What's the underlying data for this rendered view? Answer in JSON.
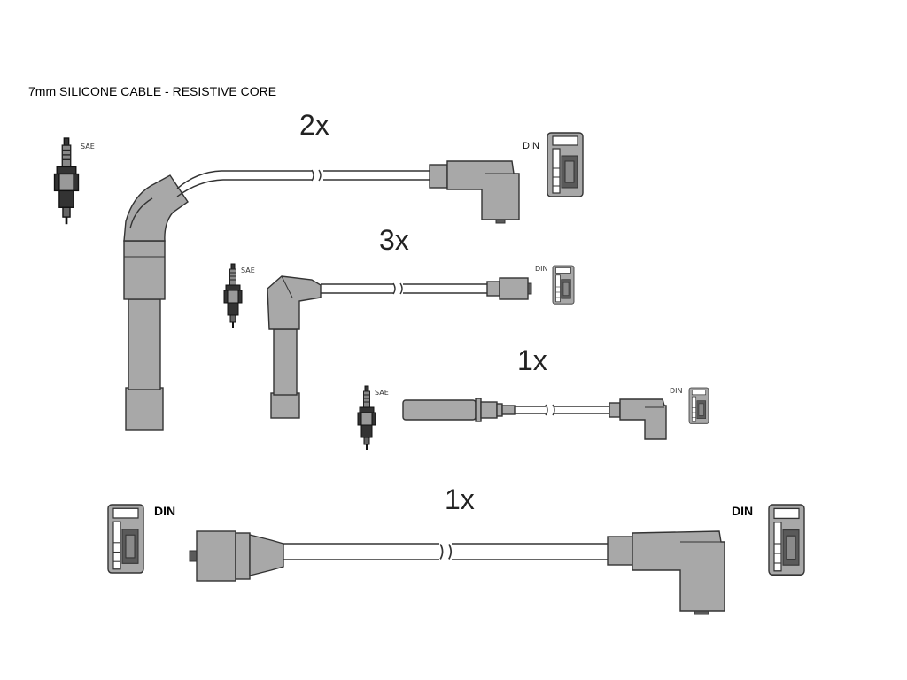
{
  "caption": "7mm SILICONE CABLE - RESISTIVE CORE",
  "leads": [
    {
      "quantity": "2x",
      "spark_plug_label": "SAE",
      "coil_label": "DIN"
    },
    {
      "quantity": "3x",
      "spark_plug_label": "SAE",
      "coil_label": "DIN"
    },
    {
      "quantity": "1x",
      "spark_plug_label": "SAE",
      "coil_label": "DIN"
    },
    {
      "quantity": "1x",
      "left_label": "DIN",
      "right_label": "DIN"
    }
  ],
  "colors": {
    "part_fill": "#a8a8a8",
    "outline": "#333333",
    "background": "#ffffff"
  }
}
